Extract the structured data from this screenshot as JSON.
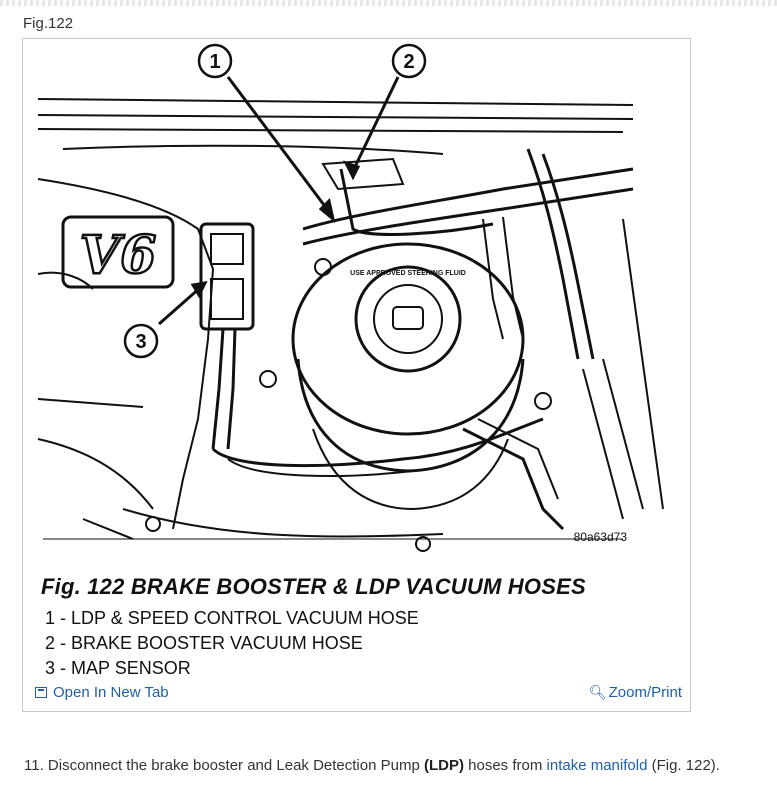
{
  "fig_label": "Fig.122",
  "figure": {
    "callouts": [
      "1",
      "2",
      "3"
    ],
    "engine_badge": "V6",
    "cap_text": "USE APPROVED STEERING FLUID",
    "image_code": "80a63d73",
    "title": "Fig. 122 BRAKE BOOSTER & LDP VACUUM HOSES",
    "legend": [
      "1 - LDP & SPEED CONTROL VACUUM HOSE",
      "2 - BRAKE BOOSTER VACUUM HOSE",
      "3 - MAP SENSOR"
    ]
  },
  "actions": {
    "open_new_tab": "Open In New Tab",
    "zoom_print": "Zoom/Print",
    "icons": [
      "new-tab-icon",
      "magnifier-icon"
    ]
  },
  "step": {
    "number": "11.",
    "text_before": " Disconnect the brake booster and Leak Detection Pump ",
    "bold": "(LDP)",
    "text_middle": " hoses from ",
    "link": "intake manifold",
    "text_after": " (Fig. 122)."
  }
}
